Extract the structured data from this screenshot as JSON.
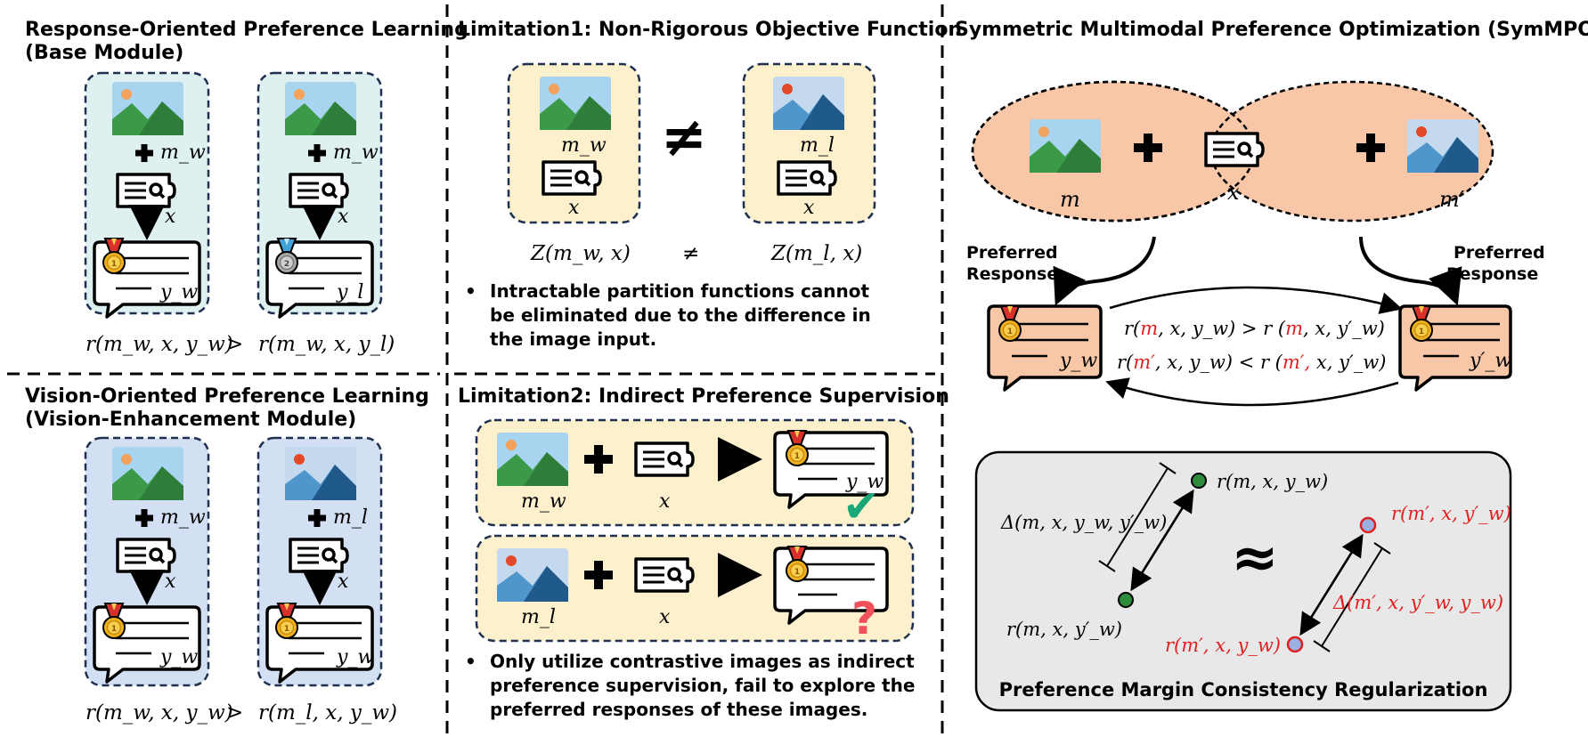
{
  "panel_a": {
    "title_line1": "Response-Oriented Preference Learning",
    "title_line2": "(Base Module)",
    "left": {
      "image_label": "m_w",
      "query_label": "x",
      "response_label": "y_w"
    },
    "right": {
      "image_label": "m_w",
      "query_label": "x",
      "response_label": "y_l"
    },
    "reward_left": "r(m_w, x, y_w)",
    "compare": ">",
    "reward_right": "r(m_w, x, y_l)"
  },
  "panel_b": {
    "title_line1": "Vision-Oriented Preference Learning",
    "title_line2": "(Vision-Enhancement  Module)",
    "left": {
      "image_label": "m_w",
      "query_label": "x",
      "response_label": "y_w"
    },
    "right": {
      "image_label": "m_l",
      "query_label": "x",
      "response_label": "y_w"
    },
    "reward_left": "r(m_w, x, y_w)",
    "compare": ">",
    "reward_right": "r(m_l, x, y_w)"
  },
  "panel_c": {
    "title": "Limitation1: Non-Rigorous Objective Function",
    "left_box": {
      "image_label": "m_w",
      "query_label": "x"
    },
    "neq_symbol": "≠",
    "right_box": {
      "image_label": "m_l",
      "query_label": "x"
    },
    "z_left": "Z(m_w, x)",
    "z_neq": "≠",
    "z_right": "Z(m_l, x)",
    "bullet_lines": [
      "Intractable partition functions cannot",
      "be eliminated due to the difference in",
      "the image input."
    ]
  },
  "panel_d": {
    "title": "Limitation2: Indirect Preference Supervision",
    "row1": {
      "image_label": "m_w",
      "query_label": "x",
      "response_label": "y_w",
      "mark": "✔"
    },
    "row2": {
      "image_label": "m_l",
      "query_label": "x",
      "mark": "?"
    },
    "bullet_lines": [
      "Only utilize contrastive images as indirect",
      "preference supervision, fail to explore the",
      "preferred responses of these images."
    ]
  },
  "panel_e": {
    "title": "Symmetric Multimodal Preference Optimization (SymMPO)",
    "m_label": "m",
    "x_label": "x",
    "mprime_label": "m′",
    "preferred_left": [
      "Preferred",
      "Response"
    ],
    "preferred_right": [
      "Preferred",
      "Response"
    ],
    "resp_left_label": "y_w",
    "resp_right_label": "y′_w",
    "ineq1": {
      "a": "r(",
      "m": "m",
      "b": ", x, y_w) > r (",
      "m2": "m",
      "c": ", x, y′_w)"
    },
    "ineq2": {
      "a": "r(",
      "m": "m′",
      "b": ", x, y_w) < r (",
      "m2": "m′,",
      "c": " x, y′_w)"
    }
  },
  "panel_f": {
    "title": "Preference Margin Consistency Regularization",
    "pt1": "r(m, x, y_w)",
    "pt2": "r(m, x, y′_w)",
    "delta1": "Δ(m, x, y_w, y′_w)",
    "approx": "≈",
    "pt3": "r(m′, x, y′_w)",
    "pt4": "r(m′, x, y_w)",
    "delta2": "Δ(m′, x, y′_w, y_w)"
  },
  "colors": {
    "teal_box": "#dff0f0",
    "blue_box": "#d3e0f3",
    "cream_box": "#fdf0cc",
    "peach": "#f7c7a8",
    "gray_box": "#e8e8e8",
    "red": "#e02020",
    "check_green": "#1aa878",
    "question_red": "#f0505a"
  }
}
